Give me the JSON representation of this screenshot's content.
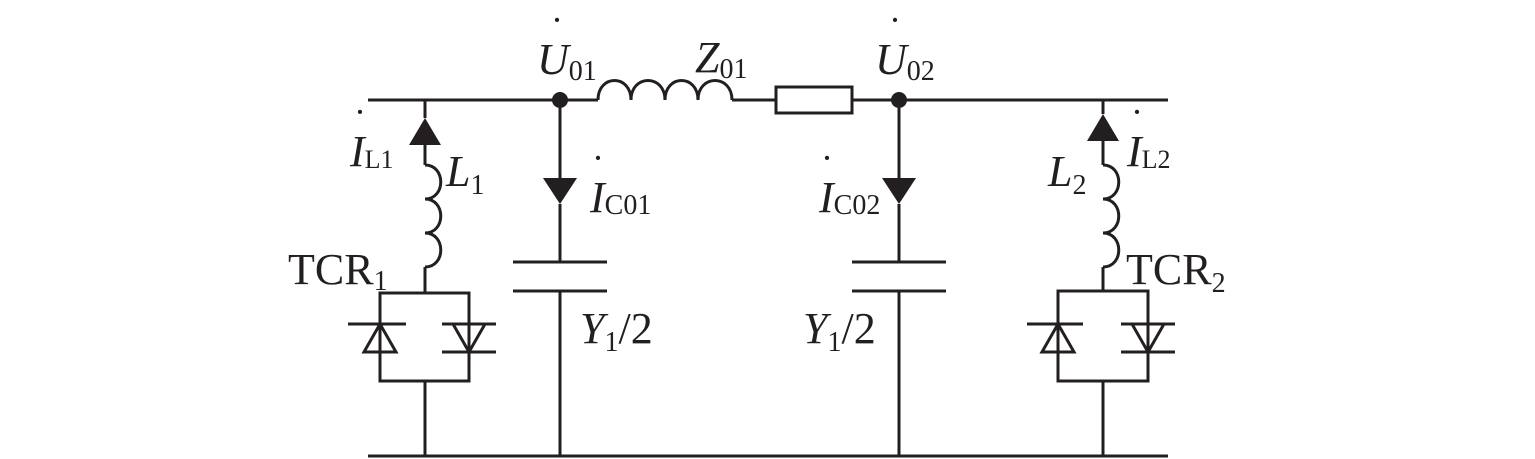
{
  "labels": {
    "u01": {
      "main": "U",
      "sub": "01"
    },
    "u02": {
      "main": "U",
      "sub": "02"
    },
    "z01": {
      "main": "Z",
      "sub": "01"
    },
    "il1": {
      "main": "I",
      "sub": "L1"
    },
    "il2": {
      "main": "I",
      "sub": "L2"
    },
    "ic01": {
      "main": "I",
      "sub": "C01"
    },
    "ic02": {
      "main": "I",
      "sub": "C02"
    },
    "l1": {
      "main": "L",
      "sub": "1"
    },
    "l2": {
      "main": "L",
      "sub": "2"
    },
    "tcr1": {
      "main": "TCR",
      "sub": "1"
    },
    "tcr2": {
      "main": "TCR",
      "sub": "2"
    },
    "y1a": {
      "main": "Y",
      "sub": "1",
      "tail": "/2"
    },
    "y1b": {
      "main": "Y",
      "sub": "1",
      "tail": "/2"
    }
  }
}
